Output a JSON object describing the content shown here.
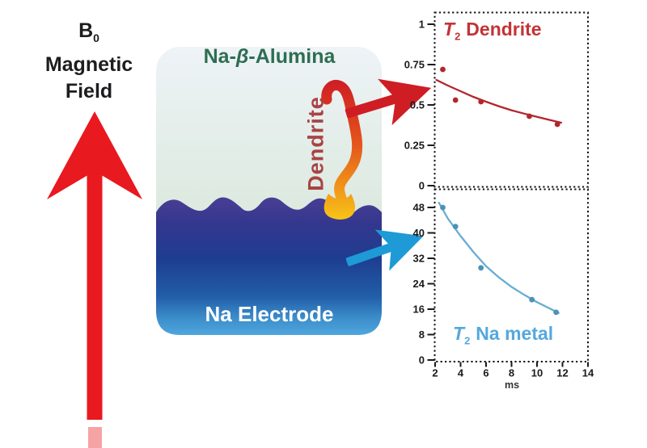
{
  "diagram": {
    "b0": {
      "symbol": "B",
      "sub": "0",
      "line2": "Magnetic",
      "line3": "Field"
    },
    "cell": {
      "electrolyte": {
        "prefix": "Na-",
        "beta": "β",
        "suffix": "-Alumina"
      },
      "dendrite_label": "Dendrite",
      "electrode_label": "Na Electrode"
    }
  },
  "colors": {
    "arrow_red": "#e8191f",
    "annotation_red": "#cf1d24",
    "annotation_blue": "#1e9ad6",
    "plot_border": "#111111",
    "tick_text": "#1a1a1a",
    "b0_text": "#1d1d1f",
    "electrolyte_text": "#2e6e52",
    "dendrite_text": "#a84444",
    "electrode_text": "#ffffff",
    "ms_text": "#333333",
    "alumina_gradient": [
      "#eef3f7",
      "#ddeae0",
      "#c5dcc8"
    ],
    "electrode_gradient": [
      "#4b3e94",
      "#33378e",
      "#1e3d90",
      "#215da8",
      "#3c8ecb",
      "#4fa6dc"
    ],
    "dendrite_gradient": [
      "#cf1d24",
      "#e4541c",
      "#f0911a",
      "#f7c517"
    ]
  },
  "chart_data": [
    {
      "type": "scatter",
      "title": {
        "t": "T",
        "sub": "2",
        "rest": "Dendrite"
      },
      "title_color": "#c23338",
      "xlim": [
        2,
        14
      ],
      "ylim": [
        0,
        1
      ],
      "yticks": [
        1,
        0.75,
        0.5,
        0.25,
        0
      ],
      "ytick_labels": [
        "1",
        "0.75",
        "0.5",
        "0.25",
        "0"
      ],
      "grid": false,
      "border": "dashed",
      "legend_position": "none",
      "series": [
        {
          "name": "T2 Dendrite",
          "point_color": "#b2262c",
          "line_color": "#b2262c",
          "points": [
            [
              2.6,
              0.72
            ],
            [
              3.6,
              0.53
            ],
            [
              5.6,
              0.52
            ],
            [
              9.4,
              0.43
            ],
            [
              11.6,
              0.38
            ]
          ],
          "fit_curve": [
            [
              2.1,
              0.655
            ],
            [
              3,
              0.62
            ],
            [
              4,
              0.585
            ],
            [
              5,
              0.55
            ],
            [
              6,
              0.52
            ],
            [
              7,
              0.492
            ],
            [
              8,
              0.467
            ],
            [
              9,
              0.446
            ],
            [
              10,
              0.426
            ],
            [
              11,
              0.407
            ],
            [
              11.9,
              0.39
            ]
          ]
        }
      ]
    },
    {
      "type": "scatter",
      "title": {
        "t": "T",
        "sub": "2",
        "rest": "Na metal"
      },
      "title_color": "#55a8dc",
      "xlabel": "ms",
      "xlim": [
        2,
        14
      ],
      "ylim": [
        0,
        52
      ],
      "xticks": [
        2,
        4,
        6,
        8,
        10,
        12,
        14
      ],
      "xtick_labels": [
        "2",
        "4",
        "6",
        "8",
        "10",
        "12",
        "14"
      ],
      "yticks": [
        48,
        40,
        32,
        24,
        16,
        8,
        0
      ],
      "ytick_labels": [
        "48",
        "40",
        "32",
        "24",
        "16",
        "8",
        "0"
      ],
      "grid": false,
      "border": "dashed",
      "legend_position": "none",
      "series": [
        {
          "name": "T2 Na metal",
          "point_color": "#4c92b8",
          "line_color": "#68aed2",
          "points": [
            [
              2.6,
              48
            ],
            [
              3.6,
              42
            ],
            [
              5.6,
              29
            ],
            [
              9.6,
              19
            ],
            [
              11.5,
              15
            ]
          ],
          "fit_curve": [
            [
              2.3,
              49.5
            ],
            [
              3,
              44.5
            ],
            [
              4,
              39
            ],
            [
              5,
              34
            ],
            [
              6,
              29.5
            ],
            [
              7,
              26
            ],
            [
              8,
              23
            ],
            [
              9,
              20.5
            ],
            [
              10,
              18.2
            ],
            [
              11,
              16.2
            ],
            [
              11.7,
              14.8
            ]
          ]
        }
      ]
    }
  ]
}
